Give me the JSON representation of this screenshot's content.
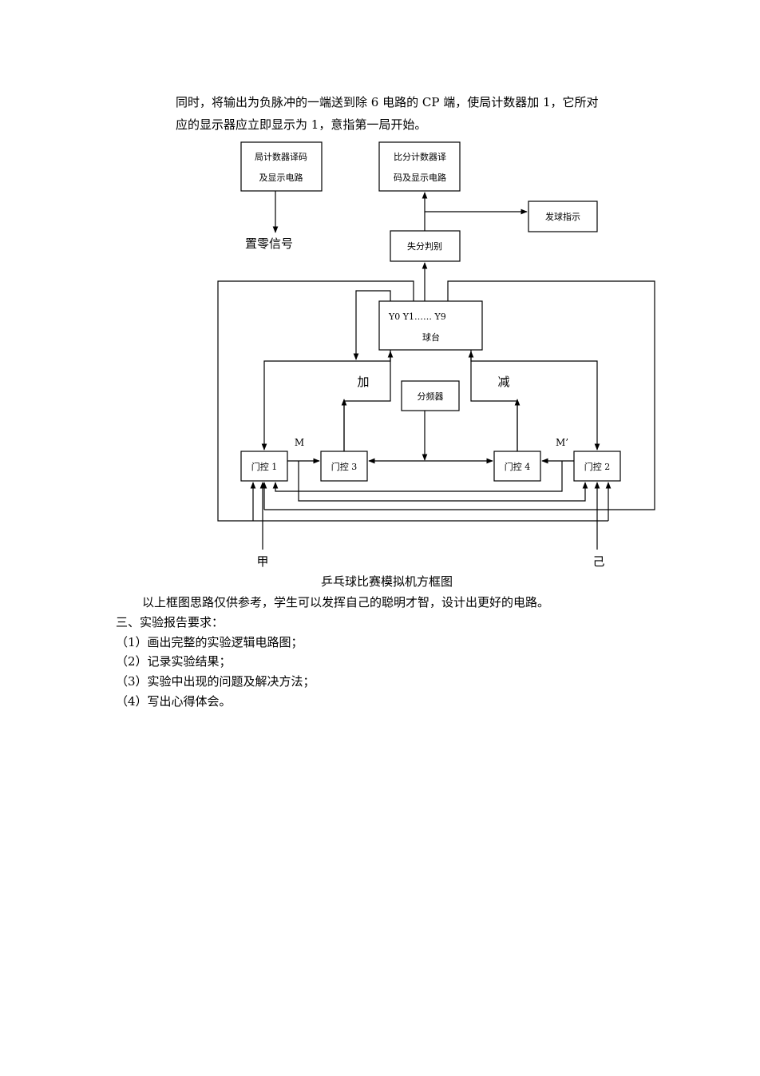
{
  "intro": {
    "line1": "同时，将输出为负脉冲的一端送到除 6 电路的 CP 端，使局计数器加 1，它所对",
    "line2": "应的显示器应立即显示为 1，意指第一局开始。"
  },
  "diagram": {
    "box_ju_l1": "局计数器译码",
    "box_ju_l2": "及显示电路",
    "box_bf_l1": "比分计数器译",
    "box_bf_l2": "码及显示电路",
    "box_fq": "发球指示",
    "box_sf": "失分判别",
    "label_zl": "置零信号",
    "box_qt_l1": "Y0 Y1……   Y9",
    "box_qt_l2": "球台",
    "label_jia": "加",
    "label_jian": "减",
    "box_fpq": "分频器",
    "label_m": "M",
    "label_mp": "M’",
    "box_mk1": "门控 1",
    "box_mk3": "门控 3",
    "box_mk4": "门控 4",
    "box_mk2": "门控 2",
    "label_jia_player": "甲",
    "label_yi_player": "己"
  },
  "caption": "乒乓球比赛模拟机方框图",
  "note": "以上框图思路仅供参考，学生可以发挥自己的聪明才智，设计出更好的电路。",
  "section_title": "三、实验报告要求：",
  "requirements": [
    "（1）画出完整的实验逻辑电路图；",
    "（2）记录实验结果；",
    "（3）实验中出现的问题及解决方法；",
    "（4）写出心得体会。"
  ]
}
